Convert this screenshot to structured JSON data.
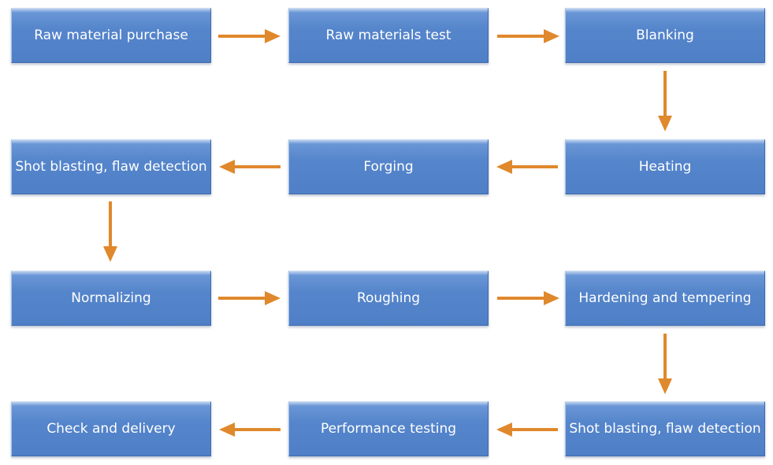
{
  "steps": [
    {
      "label": "Raw material purchase"
    },
    {
      "label": "Raw materials test"
    },
    {
      "label": "Blanking"
    },
    {
      "label": "Heating"
    },
    {
      "label": "Forging"
    },
    {
      "label": "Shot blasting, flaw detection"
    },
    {
      "label": "Normalizing"
    },
    {
      "label": "Roughing"
    },
    {
      "label": "Hardening and tempering"
    },
    {
      "label": "Shot blasting, flaw detection"
    },
    {
      "label": "Performance testing"
    },
    {
      "label": "Check and delivery"
    }
  ],
  "colors": {
    "box": "#4f7fc6",
    "arrow": "#e0882c",
    "text": "#ffffff"
  }
}
